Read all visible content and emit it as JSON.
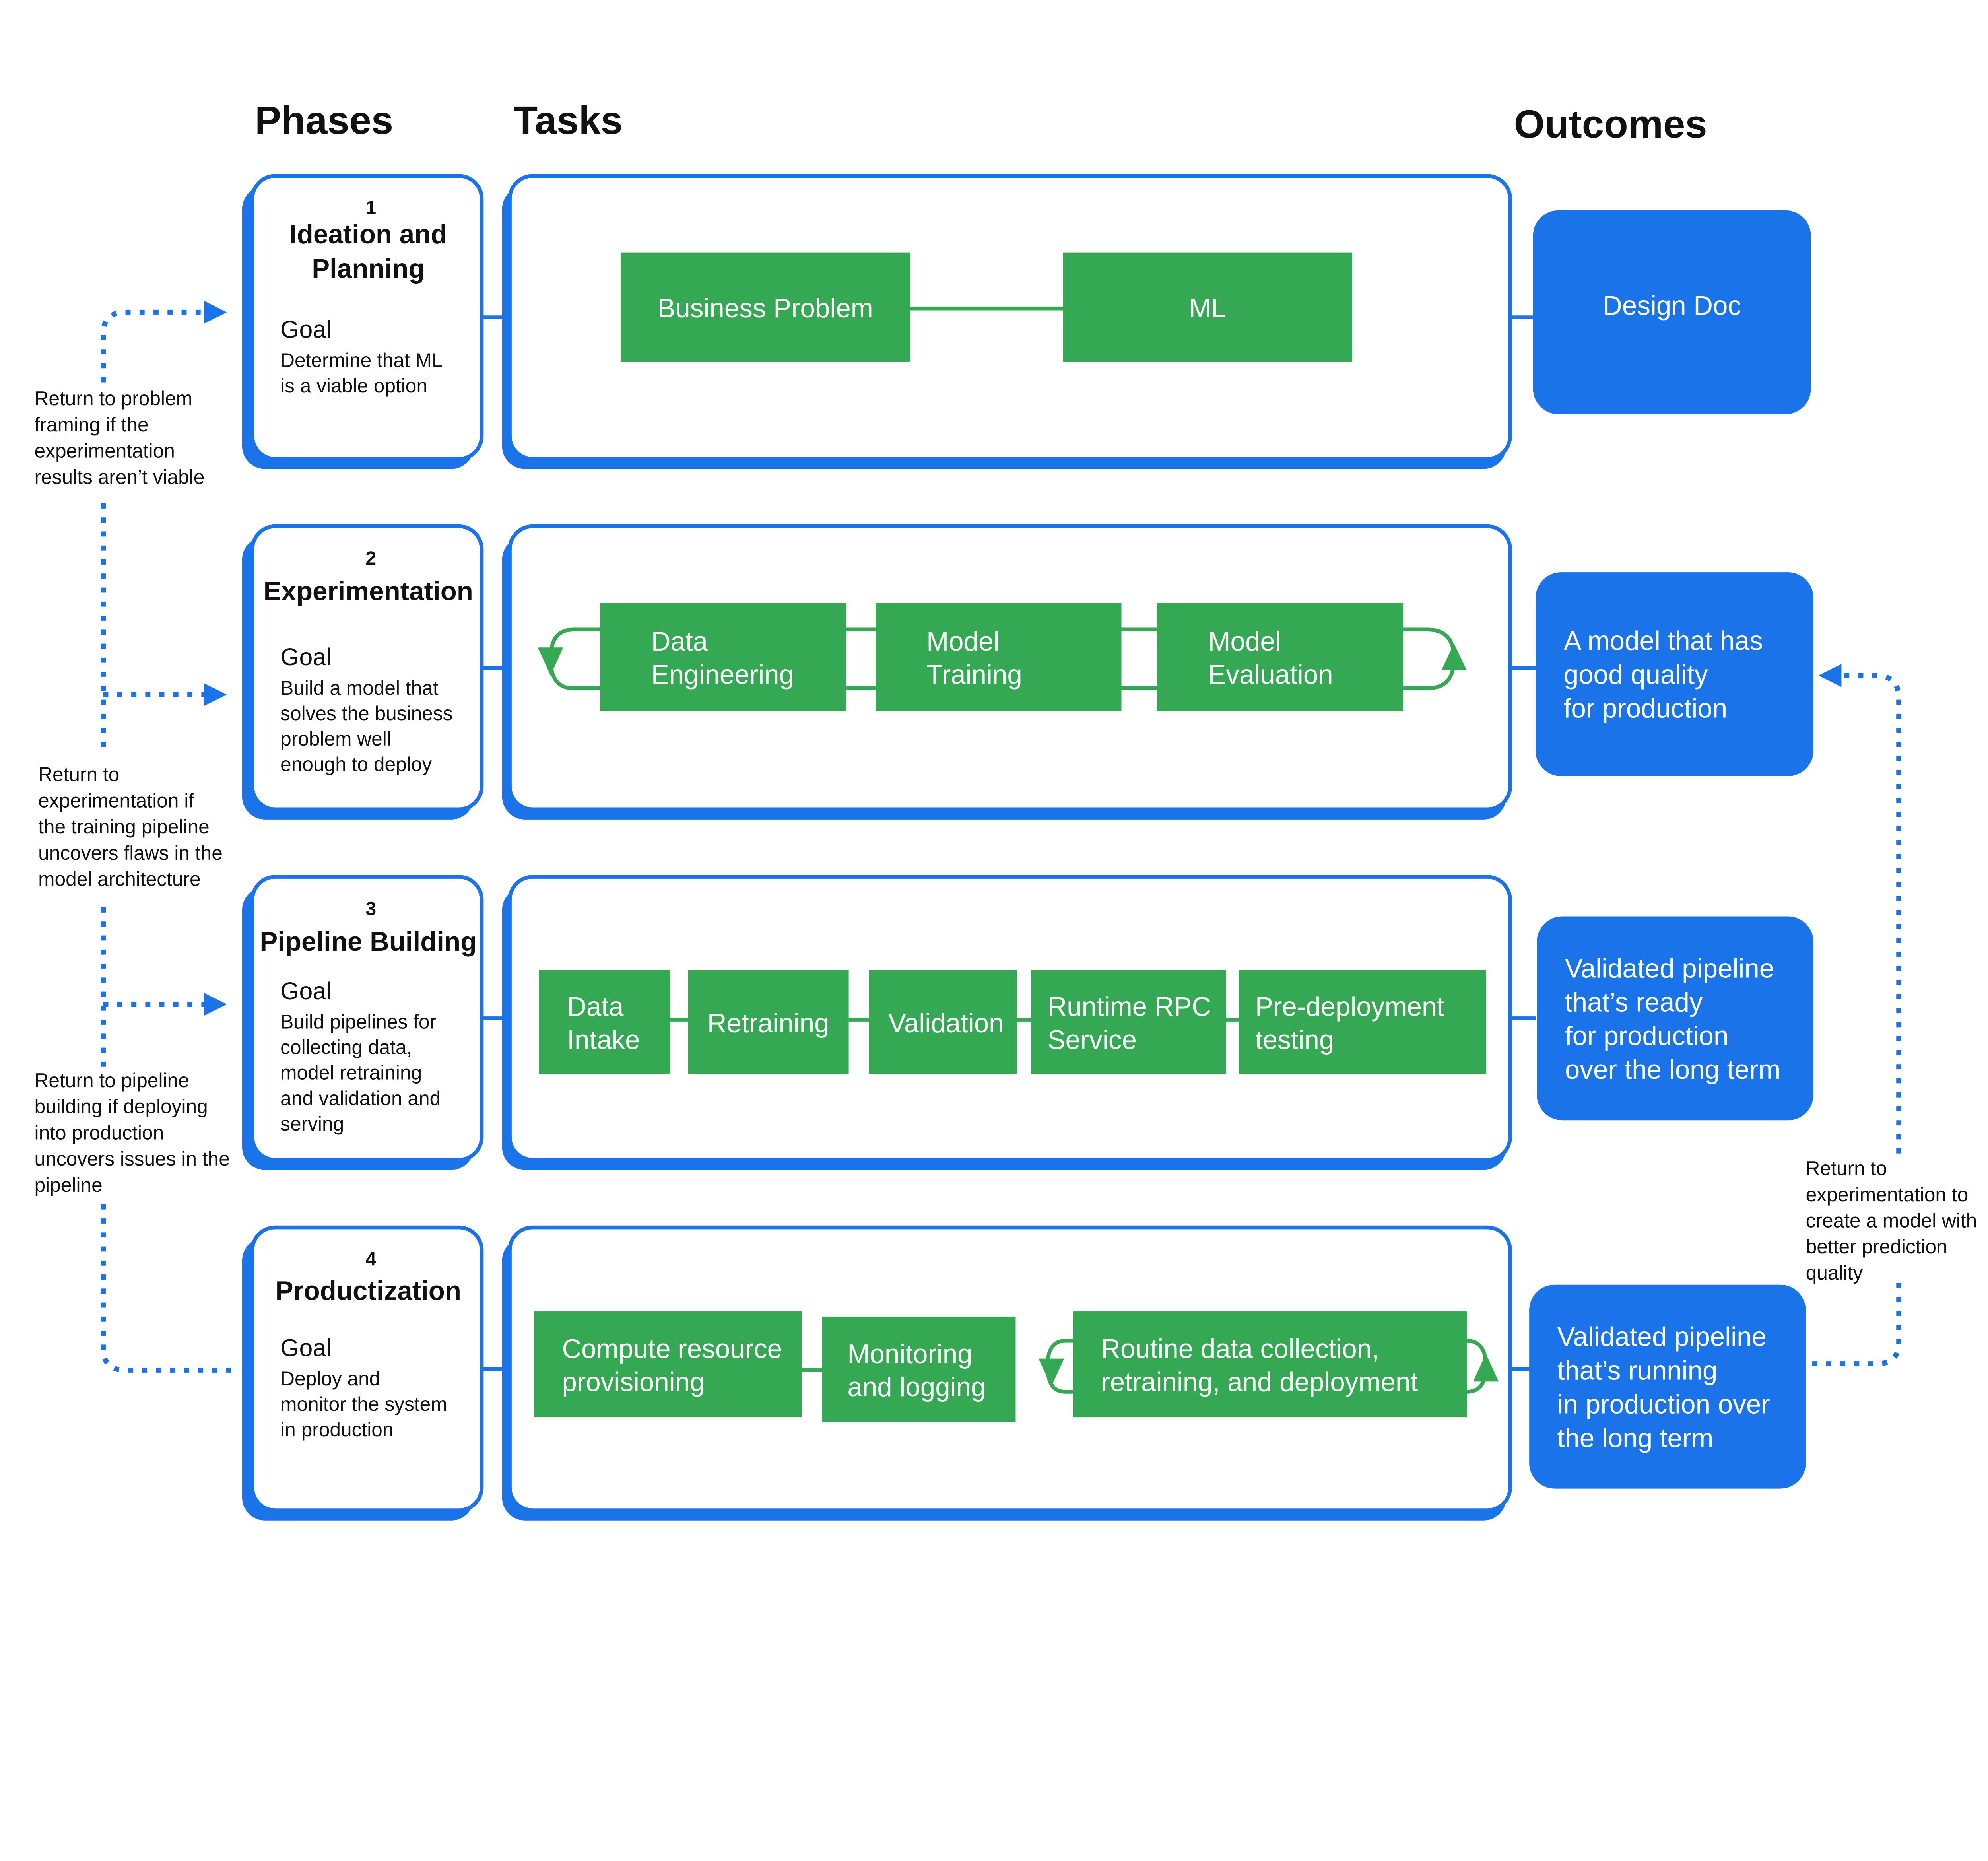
{
  "headers": {
    "phases": "Phases",
    "tasks": "Tasks",
    "outcomes": "Outcomes"
  },
  "colors": {
    "blue": "#1a73e8",
    "green": "#34a853"
  },
  "phases": [
    {
      "number": "1",
      "title": [
        "Ideation and",
        "Planning"
      ],
      "goal_label": "Goal",
      "goal": [
        "Determine that ML",
        "is a viable option"
      ]
    },
    {
      "number": "2",
      "title": [
        "Experimentation"
      ],
      "goal_label": "Goal",
      "goal": [
        "Build a model that",
        "solves the business",
        "problem well",
        "enough to deploy"
      ]
    },
    {
      "number": "3",
      "title": [
        "Pipeline Building"
      ],
      "goal_label": "Goal",
      "goal": [
        "Build pipelines for",
        "collecting data,",
        "model retraining",
        "and validation and",
        "serving"
      ]
    },
    {
      "number": "4",
      "title": [
        "Productization"
      ],
      "goal_label": "Goal",
      "goal": [
        "Deploy and",
        "monitor the system",
        "in production"
      ]
    }
  ],
  "tasks": [
    [
      [
        "Business Problem"
      ],
      [
        "ML"
      ]
    ],
    [
      [
        "Data",
        "Engineering"
      ],
      [
        "Model",
        "Training"
      ],
      [
        "Model",
        "Evaluation"
      ]
    ],
    [
      [
        "Data",
        "Intake"
      ],
      [
        "Retraining"
      ],
      [
        "Validation"
      ],
      [
        "Runtime RPC",
        "Service"
      ],
      [
        "Pre-deployment",
        "testing"
      ]
    ],
    [
      [
        "Compute  resource",
        "provisioning"
      ],
      [
        "Monitoring",
        "and logging"
      ],
      [
        "Routine data collection,",
        "retraining, and deployment"
      ]
    ]
  ],
  "outcomes": [
    [
      "Design Doc"
    ],
    [
      "A model that has",
      "good quality",
      "for production"
    ],
    [
      "Validated pipeline",
      "that’s ready",
      "for production",
      "over the long term"
    ],
    [
      "Validated pipeline",
      "that’s running",
      "in production over",
      "the long term"
    ]
  ],
  "notes": {
    "return_problem": [
      "Return to problem",
      "framing if the",
      "experimentation",
      "results aren’t viable"
    ],
    "return_experimentation": [
      "Return to",
      "experimentation if",
      "the training pipeline",
      "uncovers flaws in the",
      "model architecture"
    ],
    "return_pipeline": [
      "Return to pipeline",
      "building if deploying",
      "into production",
      "uncovers issues in the",
      "pipeline"
    ],
    "return_better_model": [
      "Return to",
      "experimentation to",
      "create a model with",
      "better prediction",
      "quality"
    ]
  }
}
